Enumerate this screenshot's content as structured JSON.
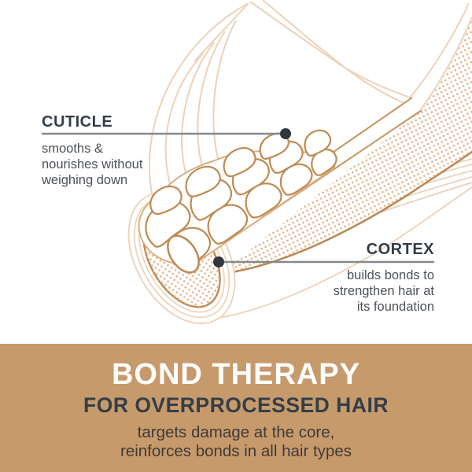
{
  "illustration": {
    "name": "hair strand cross-section diagram",
    "cuticle": {
      "title": "CUTICLE",
      "description": "smooths &\nnourishes without\nweighing down"
    },
    "cortex": {
      "title": "CORTEX",
      "description": "builds bonds to\nstrengthen hair at\nits foundation"
    }
  },
  "banner": {
    "title": "BOND THERAPY",
    "subtitle": "FOR OVERPROCESSED HAIR",
    "tagline": "targets damage at the core,\nreinforces bonds in all hair types",
    "background_color": "#c79a6c"
  },
  "colors": {
    "outline_light": "#ecd2b8",
    "outline_mid": "#cf9d6c",
    "outline_dark": "#bf8a52",
    "stipple_dot": "#e3b78f",
    "leader_line": "#85898d",
    "marker_dot": "#2f363c",
    "heading_text": "#333e48",
    "body_text": "#4d5257",
    "banner_title": "#ffffff",
    "banner_subtitle": "#333e48",
    "banner_tagline": "#3f3b38"
  }
}
